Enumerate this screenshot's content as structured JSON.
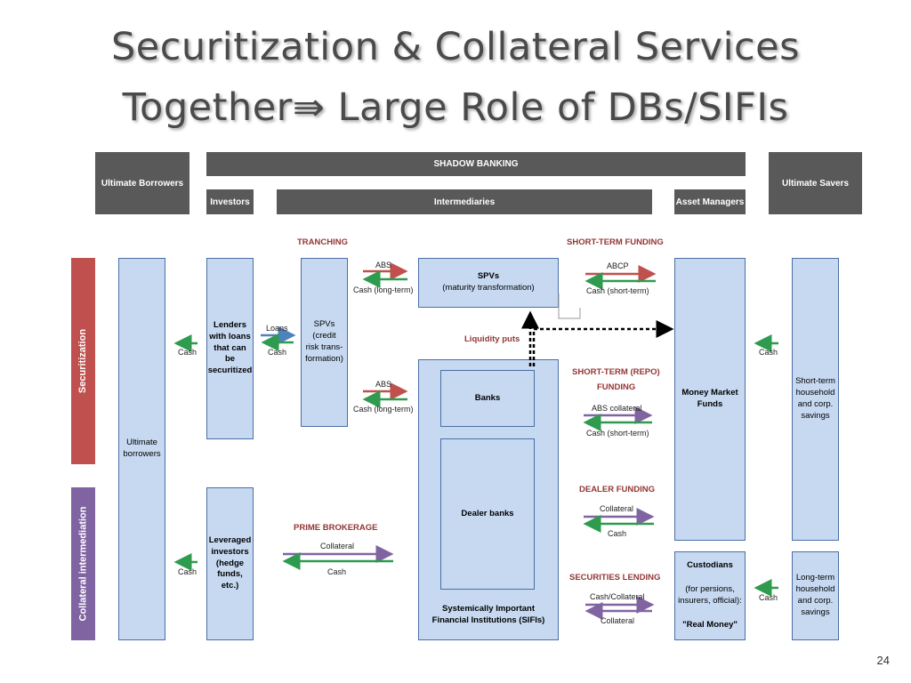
{
  "title": {
    "line1": "Securitization & Collateral Services",
    "line2": "Together⇛ Large Role of DBs/SIFIs"
  },
  "headers": {
    "ultimate_borrowers": "Ultimate Borrowers",
    "shadow_banking": "SHADOW BANKING",
    "ultimate_savers": "Ultimate Savers",
    "investors": "Investors",
    "intermediaries": "Intermediaries",
    "asset_managers": "Asset Managers"
  },
  "sidebar": {
    "securitization": "Securitization",
    "collateral": "Collateral intermediation"
  },
  "sections": {
    "tranching": "TRANCHING",
    "short_term_funding": "SHORT-TERM FUNDING",
    "liquidity_puts": "Liquidity puts",
    "repo_funding_1": "SHORT-TERM (REPO)",
    "repo_funding_2": "FUNDING",
    "dealer_funding": "DEALER FUNDING",
    "prime_brokerage": "PRIME BROKERAGE",
    "securities_lending": "SECURITIES LENDING"
  },
  "boxes": {
    "ultimate_borrowers": "Ultimate\nborrowers",
    "lenders": "Lenders\nwith loans\nthat can be\nsecuritized",
    "leveraged": "Leveraged\ninvestors\n(hedge\nfunds, etc.)",
    "spv_credit": "SPVs (credit\nrisk trans-\nformation)",
    "spv_maturity_title": "SPVs",
    "spv_maturity_sub": "(maturity transformation)",
    "banks": "Banks",
    "dealer_banks": "Dealer banks",
    "sifi": "Systemically Important\nFinancial Institutions (SIFIs)",
    "mmf": "Money Market\nFunds",
    "custodians_title": "Custodians",
    "custodians_sub": "(for persions,\ninsurers, official):",
    "custodians_real": "\"Real Money\"",
    "st_savings": "Short-term\nhousehold\nand corp.\nsavings",
    "lt_savings": "Long-term\nhousehold\nand corp.\nsavings"
  },
  "labels": {
    "cash_lenders": "Cash",
    "cash_leveraged": "Cash",
    "loans": "Loans",
    "cash_spv": "Cash",
    "abs_top": "ABS",
    "cash_long_top": "Cash (long-term)",
    "abs_mid": "ABS",
    "cash_long_mid": "Cash (long-term)",
    "abcp": "ABCP",
    "cash_short_top": "Cash (short-term)",
    "cash_savers_st": "Cash",
    "abs_collateral": "ABS collateral",
    "cash_short_repo": "Cash (short-term)",
    "collateral_dealer": "Collateral",
    "cash_dealer": "Cash",
    "collateral_pb": "Collateral",
    "cash_pb": "Cash",
    "cash_collateral_sl": "Cash/Collateral",
    "collateral_sl": "Collateral",
    "cash_savers_lt": "Cash"
  },
  "colors": {
    "header": "#595959",
    "box": "#c6d9f1",
    "red": "#c0504d",
    "purple": "#8064a2",
    "green": "#2e9b4e",
    "section_red": "#943634"
  },
  "page_number": "24"
}
